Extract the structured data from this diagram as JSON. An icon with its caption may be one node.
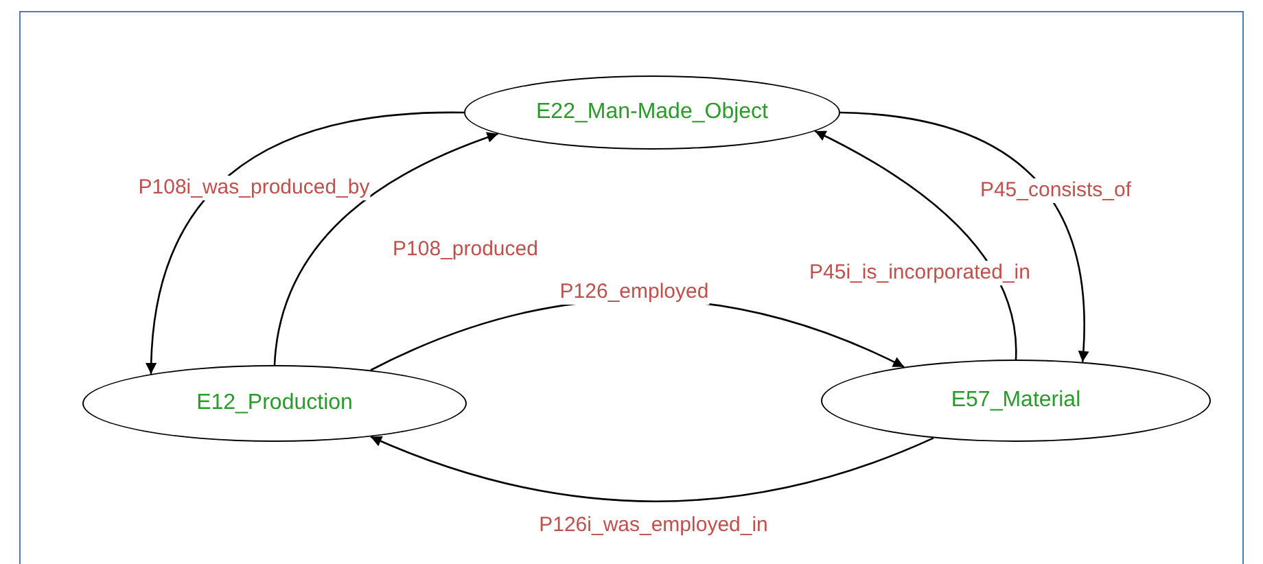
{
  "diagram": {
    "nodes": [
      {
        "text": [
          "E22_Man-Made_Object"
        ]
      },
      {
        "text": [
          "E12_Production"
        ]
      },
      {
        "text": [
          "E57_Material"
        ]
      }
    ],
    "edges": [
      {
        "from": 0,
        "to": 1,
        "arrow": "to",
        "label": "P108i_was_produced_by"
      },
      {
        "from": 1,
        "to": 0,
        "arrow": "to",
        "label": "P108_produced"
      },
      {
        "from": 1,
        "to": 2,
        "arrow": "to",
        "label": "P126_employed"
      },
      {
        "from": 2,
        "to": 1,
        "arrow": "to",
        "label": "P126i_was_employed_in"
      },
      {
        "from": 2,
        "to": 0,
        "arrow": "to",
        "label": "P45i_is_incorporated_in"
      },
      {
        "from": 0,
        "to": 2,
        "arrow": "to",
        "label": "P45_consists_of"
      }
    ]
  }
}
